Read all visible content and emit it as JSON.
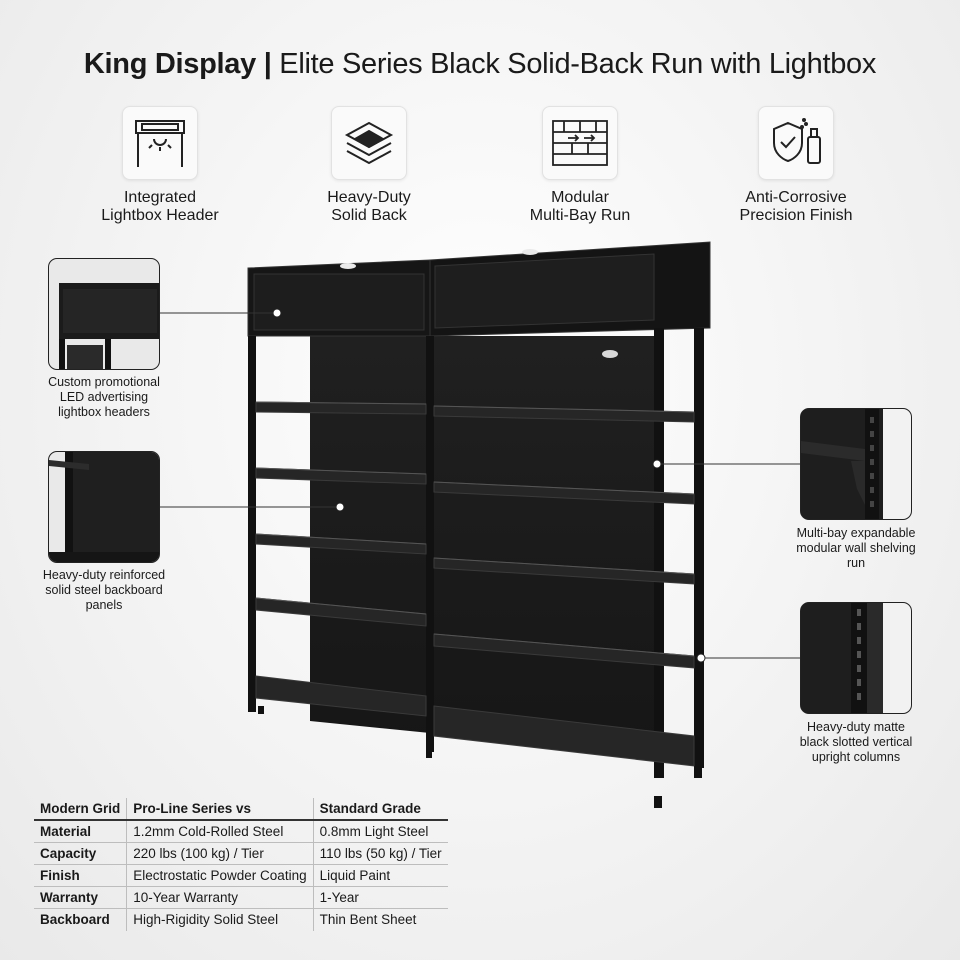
{
  "title": {
    "brand": "King Display",
    "separator": " | ",
    "rest": "Elite Series Black Solid-Back Run with Lightbox"
  },
  "features": [
    {
      "icon": "lightbox-icon",
      "label": "Integrated\nLightbox Header"
    },
    {
      "icon": "layers-icon",
      "label": "Heavy-Duty\nSolid Back"
    },
    {
      "icon": "modular-grid-icon",
      "label": "Modular\nMulti-Bay Run"
    },
    {
      "icon": "shield-spray-icon",
      "label": "Anti-Corrosive\nPrecision Finish"
    }
  ],
  "callouts": {
    "lightbox": "Custom promotional\nLED advertising\nlightbox headers",
    "backboard": "Heavy-duty reinforced\nsolid steel backboard\npanels",
    "multibay": "Multi-bay expandable\nmodular wall shelving\nrun",
    "uprights": "Heavy-duty matte\nblack slotted vertical\nupright columns"
  },
  "spec_table": {
    "headers": [
      "Modern Grid",
      "Pro-Line Series vs",
      "Standard Grade"
    ],
    "rows": [
      [
        "Material",
        "1.2mm Cold-Rolled Steel",
        "0.8mm Light Steel"
      ],
      [
        "Capacity",
        "220 lbs (100 kg) / Tier",
        "110 lbs (50 kg) / Tier"
      ],
      [
        "Finish",
        "Electrostatic Powder Coating",
        "Liquid Paint"
      ],
      [
        "Warranty",
        "10-Year Warranty",
        "1-Year"
      ],
      [
        "Backboard",
        "High-Rigidity Solid Steel",
        "Thin Bent Sheet"
      ]
    ]
  },
  "colors": {
    "shelf_black": "#1c1c1c",
    "accent_line": "#444444"
  }
}
